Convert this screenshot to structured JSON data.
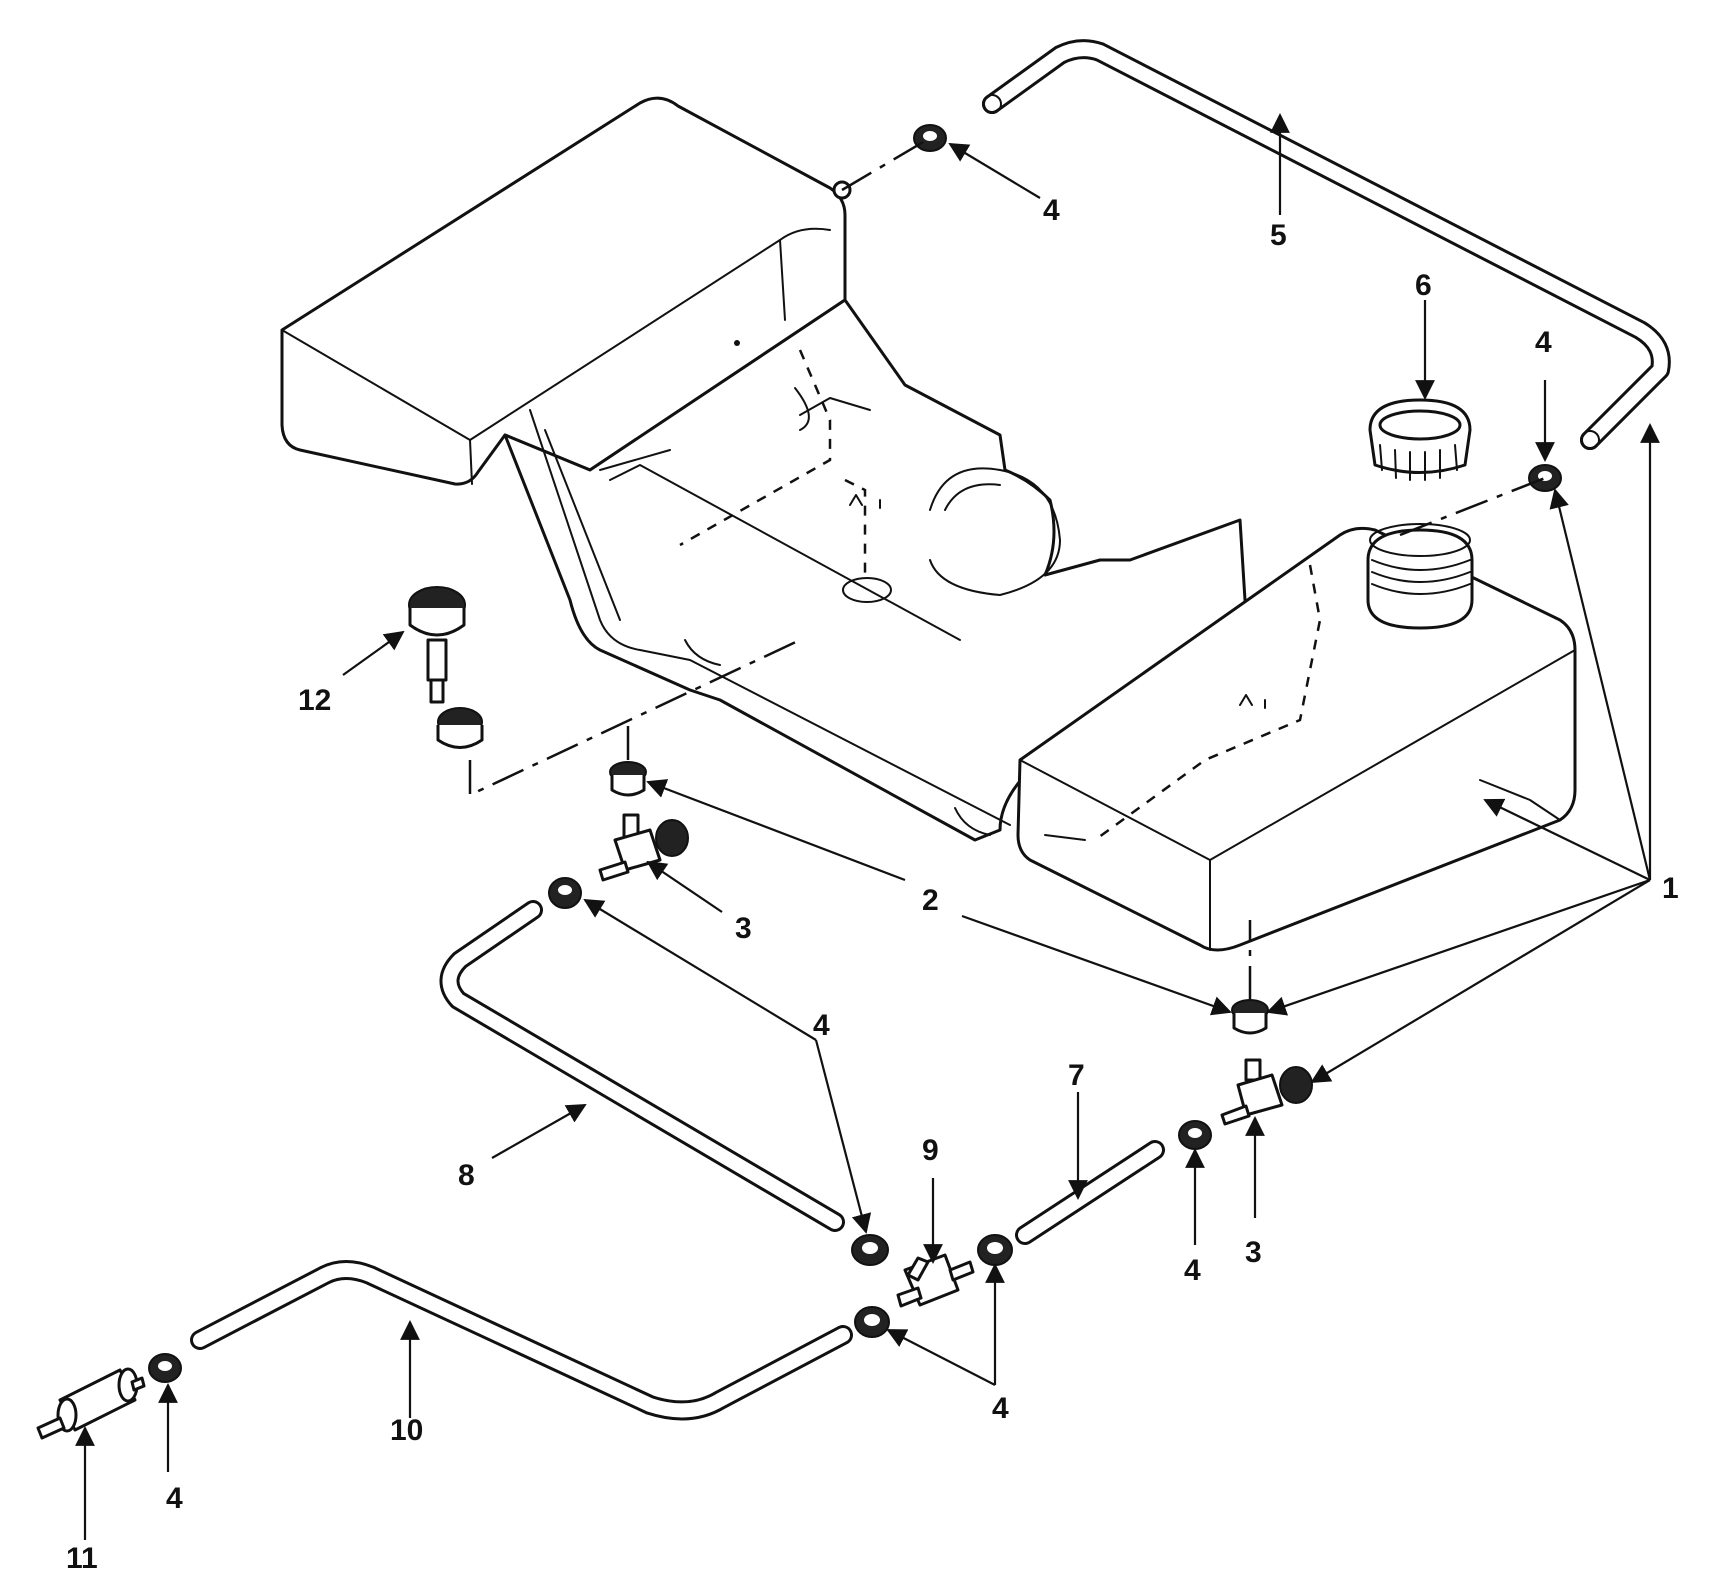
{
  "callouts": {
    "c1": "1",
    "c2": "2",
    "c3a": "3",
    "c3b": "3",
    "c4_top": "4",
    "c4_right": "4",
    "c4_mid": "4",
    "c4_center": "4",
    "c4_bottom": "4",
    "c4_left": "4",
    "c5": "5",
    "c6": "6",
    "c7": "7",
    "c8": "8",
    "c9": "9",
    "c10": "10",
    "c11": "11",
    "c12": "12"
  },
  "colors": {
    "line": "#111111",
    "background": "#ffffff"
  }
}
